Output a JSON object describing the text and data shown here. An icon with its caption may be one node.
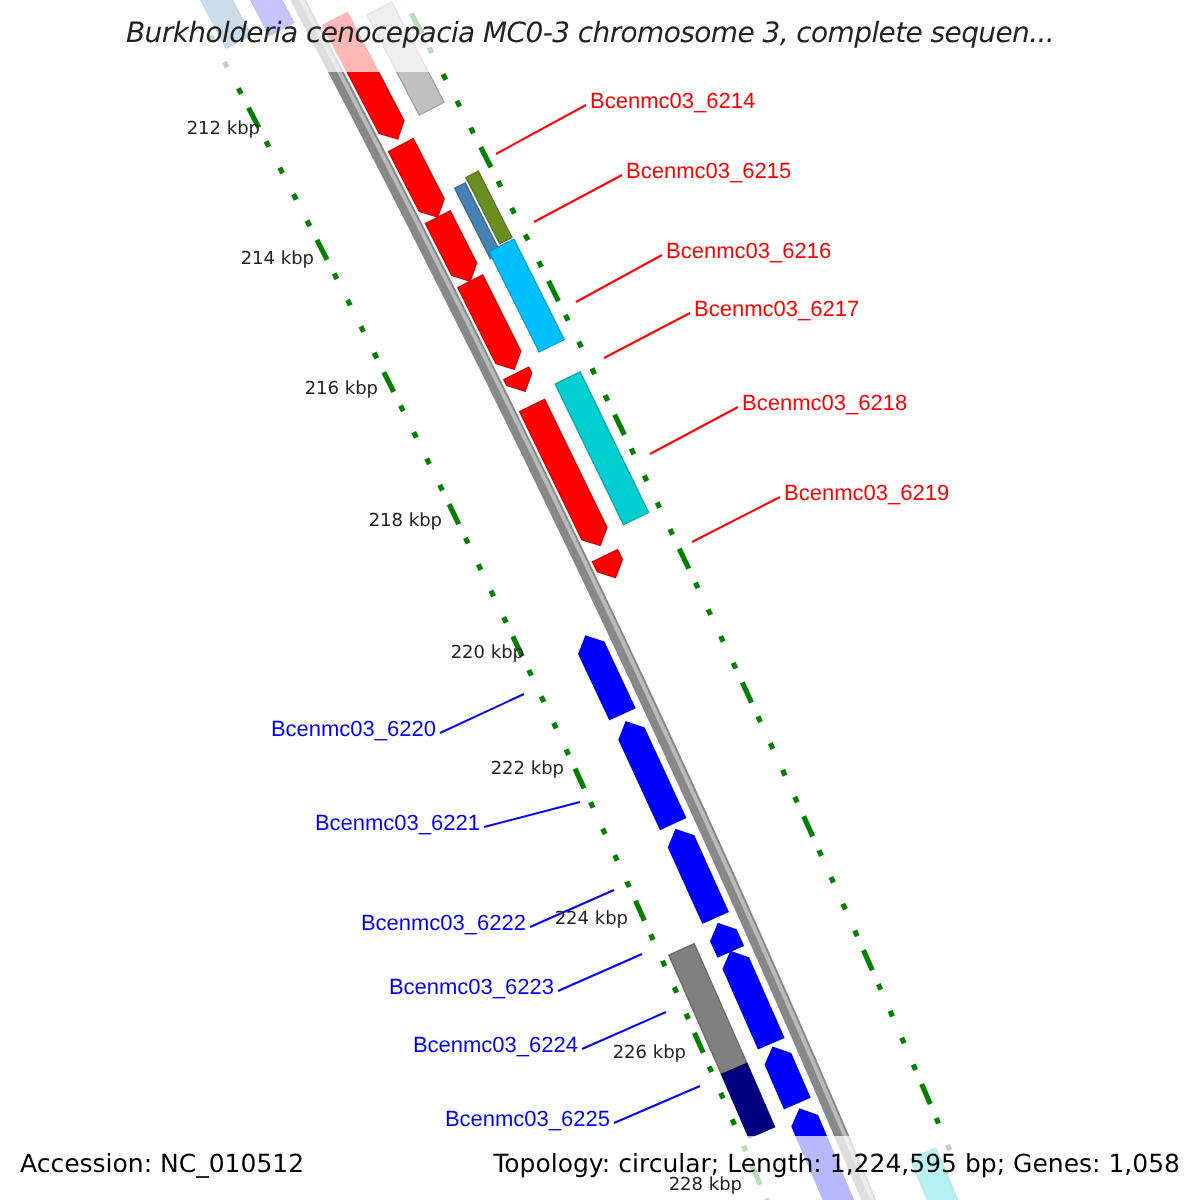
{
  "diagram": {
    "title": "Burkholderia cenocepacia MC0-3 chromosome 3, complete sequen...",
    "nodes": [
      {
        "text": [
          "Bcenmc03_6214"
        ]
      },
      {
        "text": [
          "Bcenmc03_6215"
        ]
      },
      {
        "text": [
          "Bcenmc03_6216"
        ]
      },
      {
        "text": [
          "Bcenmc03_6217"
        ]
      },
      {
        "text": [
          "Bcenmc03_6218"
        ]
      },
      {
        "text": [
          "Bcenmc03_6219"
        ]
      },
      {
        "text": [
          "Bcenmc03_6220"
        ]
      },
      {
        "text": [
          "Bcenmc03_6221"
        ]
      },
      {
        "text": [
          "Bcenmc03_6222"
        ]
      },
      {
        "text": [
          "Bcenmc03_6223"
        ]
      },
      {
        "text": [
          "Bcenmc03_6224"
        ]
      },
      {
        "text": [
          "Bcenmc03_6225"
        ]
      }
    ],
    "edges": [
      {
        "from": 0,
        "to": null,
        "arrow": "none",
        "color": "#ff0000"
      },
      {
        "from": 1,
        "to": null,
        "arrow": "none",
        "color": "#ff0000"
      },
      {
        "from": 2,
        "to": null,
        "arrow": "none",
        "color": "#ff0000"
      },
      {
        "from": 3,
        "to": null,
        "arrow": "none",
        "color": "#ff0000"
      },
      {
        "from": 4,
        "to": null,
        "arrow": "none",
        "color": "#ff0000"
      },
      {
        "from": 5,
        "to": null,
        "arrow": "none",
        "color": "#ff0000"
      },
      {
        "from": 6,
        "to": null,
        "arrow": "none",
        "color": "#0000ff"
      },
      {
        "from": 7,
        "to": null,
        "arrow": "none",
        "color": "#0000ff"
      },
      {
        "from": 8,
        "to": null,
        "arrow": "none",
        "color": "#0000ff"
      },
      {
        "from": 9,
        "to": null,
        "arrow": "none",
        "color": "#0000ff"
      },
      {
        "from": 10,
        "to": null,
        "arrow": "none",
        "color": "#0000ff"
      },
      {
        "from": 11,
        "to": null,
        "arrow": "none",
        "color": "#0000ff"
      }
    ],
    "labels": [
      "212 kbp",
      "214 kbp",
      "216 kbp",
      "218 kbp",
      "220 kbp",
      "222 kbp",
      "224 kbp",
      "226 kbp",
      "228 kbp",
      "Accession: NC_010512",
      "Topology: circular; Length: 1,224,595 bp; Genes: 1,058"
    ]
  }
}
